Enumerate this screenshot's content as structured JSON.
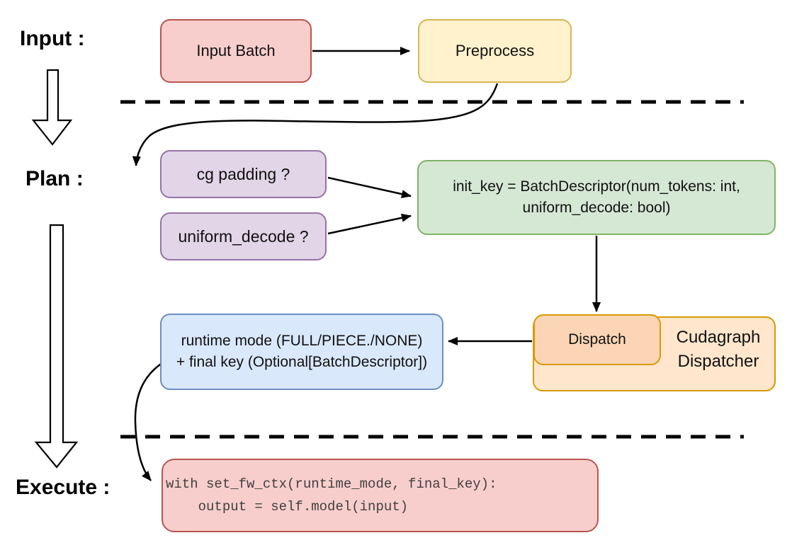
{
  "labels": {
    "input": "Input :",
    "plan": "Plan :",
    "execute": "Execute :"
  },
  "nodes": {
    "input_batch": {
      "label": "Input Batch"
    },
    "preprocess": {
      "label": "Preprocess"
    },
    "cg_padding": {
      "label": "cg padding ?"
    },
    "uniform_decode": {
      "label": "uniform_decode ?"
    },
    "init_key": {
      "line1": "init_key = BatchDescriptor(num_tokens: int,",
      "line2": "uniform_decode: bool)"
    },
    "dispatch": {
      "label": "Dispatch"
    },
    "cudagraph_dispatcher": {
      "line1": "Cudagraph",
      "line2": "Dispatcher"
    },
    "runtime_key": {
      "line1": "runtime mode (FULL/PIECE./NONE)",
      "line2": "+ final key (Optional[BatchDescriptor])"
    },
    "execute_code": {
      "line1": "with set_fw_ctx(runtime_mode, final_key):",
      "line2": "    output = self.model(input)"
    }
  },
  "colors": {
    "red_fill": "#f8cecc",
    "red_stroke": "#b85450",
    "yellow_fill": "#fff2cc",
    "yellow_stroke": "#d6b656",
    "purple_fill": "#e1d5e7",
    "purple_stroke": "#9673a6",
    "green_fill": "#d5e8d4",
    "green_stroke": "#82b366",
    "orange_fill": "#ffe6cc",
    "orange_inner_fill": "#fbd5b5",
    "orange_stroke": "#d79b00",
    "blue_fill": "#dae8fc",
    "blue_stroke": "#6c8ebf",
    "line": "#000000"
  }
}
